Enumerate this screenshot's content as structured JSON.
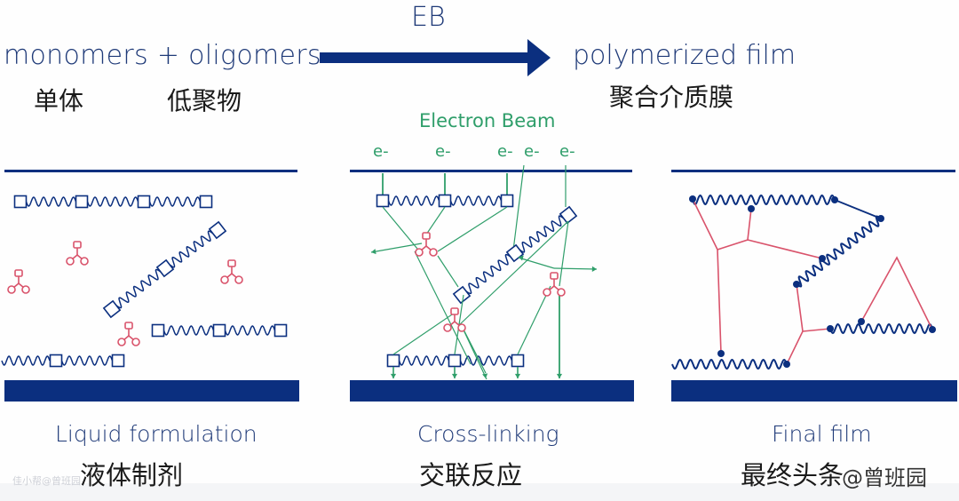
{
  "header": {
    "process_label": "EB",
    "input_label": "monomers + oligomers",
    "output_label": "polymerized film",
    "input_monomer_zh": "单体",
    "input_oligomer_zh": "低聚物",
    "output_zh": "聚合介质膜"
  },
  "middle_panel": {
    "beam_label": "Electron Beam",
    "electron_labels": [
      "e-",
      "e-",
      "e-",
      "e-",
      "e-"
    ]
  },
  "panels": [
    {
      "id": "liquid",
      "label": "Liquid formulation",
      "label_zh": "液体制剂"
    },
    {
      "id": "crosslink",
      "label": "Cross-linking",
      "label_zh": "交联反应"
    },
    {
      "id": "final",
      "label": "Final film",
      "label_zh": "最终头条"
    }
  ],
  "watermarks": {
    "bottom_left": "佳小帮@曾班园",
    "bottom_right": "@曾班园"
  },
  "colors": {
    "navy": "#0b2f7f",
    "green": "#2f9e6a",
    "pink": "#d9536b",
    "text_navy": "#1f3a78"
  }
}
